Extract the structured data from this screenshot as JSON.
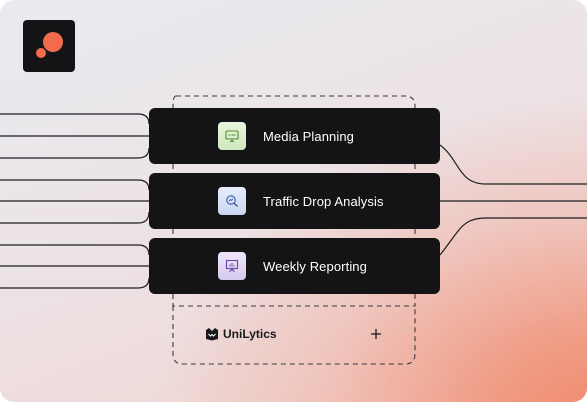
{
  "cards": [
    {
      "label": "Media Planning",
      "icon": "presentation-board-icon"
    },
    {
      "label": "Traffic Drop Analysis",
      "icon": "magnifier-chart-icon"
    },
    {
      "label": "Weekly Reporting",
      "icon": "easel-chart-icon"
    }
  ],
  "integration": {
    "name": "UniLytics",
    "add_icon": "plus-icon"
  },
  "colors": {
    "accent": "#f26b4a",
    "card_bg": "#141416",
    "card_text": "#ffffff"
  }
}
